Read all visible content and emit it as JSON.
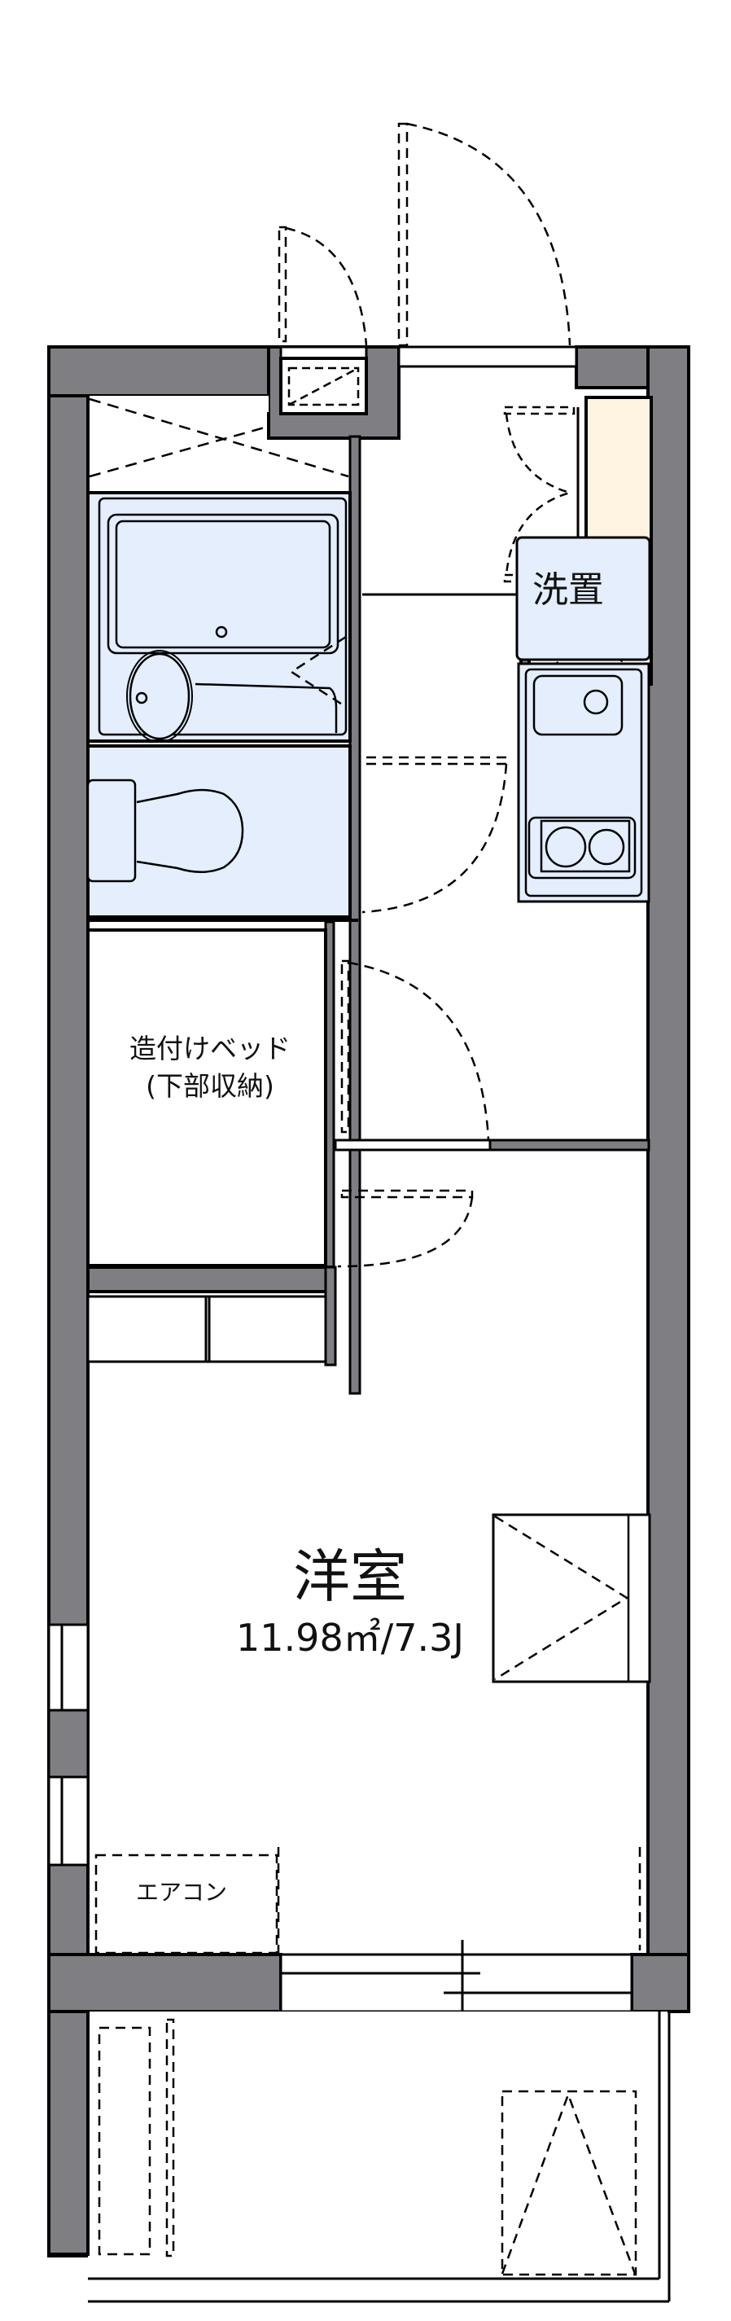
{
  "floor_plan": {
    "title": "1K floor plan",
    "colors": {
      "wall": "#7f7f83",
      "wall_outline": "#000000",
      "wet_area": "#e4eefc",
      "shoe_box": "#fff4e2",
      "background": "#ffffff"
    },
    "rooms": {
      "washer": {
        "label": "洗置"
      },
      "built_in_bed": {
        "label_line1": "造付けベッド",
        "label_line2": "(下部収納)"
      },
      "main_room": {
        "label": "洋室",
        "area": "11.98㎡/7.3J"
      },
      "air_conditioner": {
        "label": "エアコン"
      }
    }
  }
}
